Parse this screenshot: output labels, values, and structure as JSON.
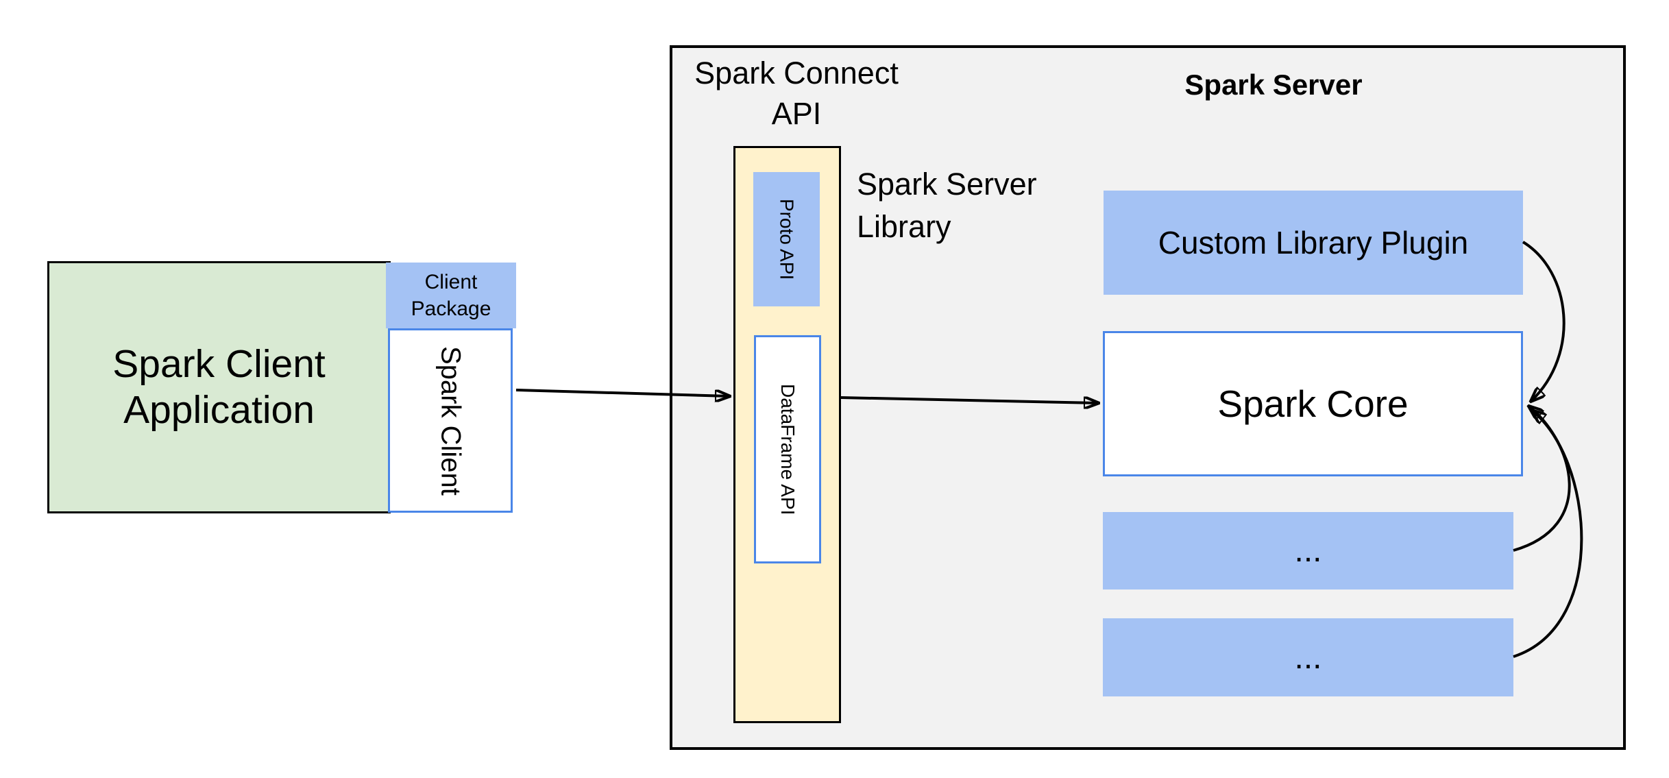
{
  "nodes": {
    "client_app": {
      "line1": "Spark Client",
      "line2": "Application"
    },
    "client_package": {
      "line1": "Client",
      "line2": "Package"
    },
    "spark_client": {
      "label": "Spark Client"
    },
    "connect_api": {
      "line1": "Spark Connect",
      "line2": "API"
    },
    "proto_api": {
      "label": "Proto  API"
    },
    "dataframe_api": {
      "label": "DataFrame API"
    },
    "server_library": {
      "line1": "Spark Server",
      "line2": "Library"
    },
    "spark_server": {
      "title": "Spark Server"
    },
    "custom_plugin": {
      "label": "Custom Library Plugin"
    },
    "spark_core": {
      "label": "Spark Core"
    },
    "module_top": {
      "label": "..."
    },
    "module_bottom": {
      "label": "..."
    }
  },
  "colors": {
    "green-fill": "#d9ead3",
    "blue-fill": "#a4c2f4",
    "yellow-fill": "#fff2cc",
    "gray-fill": "#f2f2f2",
    "blue-border": "#4a86e8",
    "ink": "#000000"
  },
  "arrows": [
    {
      "from": "spark-client",
      "to": "spark-connect-api-pillar"
    },
    {
      "from": "spark-connect-api-pillar",
      "to": "spark-core"
    },
    {
      "from": "custom-library-plugin",
      "to": "spark-core"
    },
    {
      "from": "module-top",
      "to": "spark-core"
    },
    {
      "from": "module-bottom",
      "to": "spark-core"
    }
  ]
}
